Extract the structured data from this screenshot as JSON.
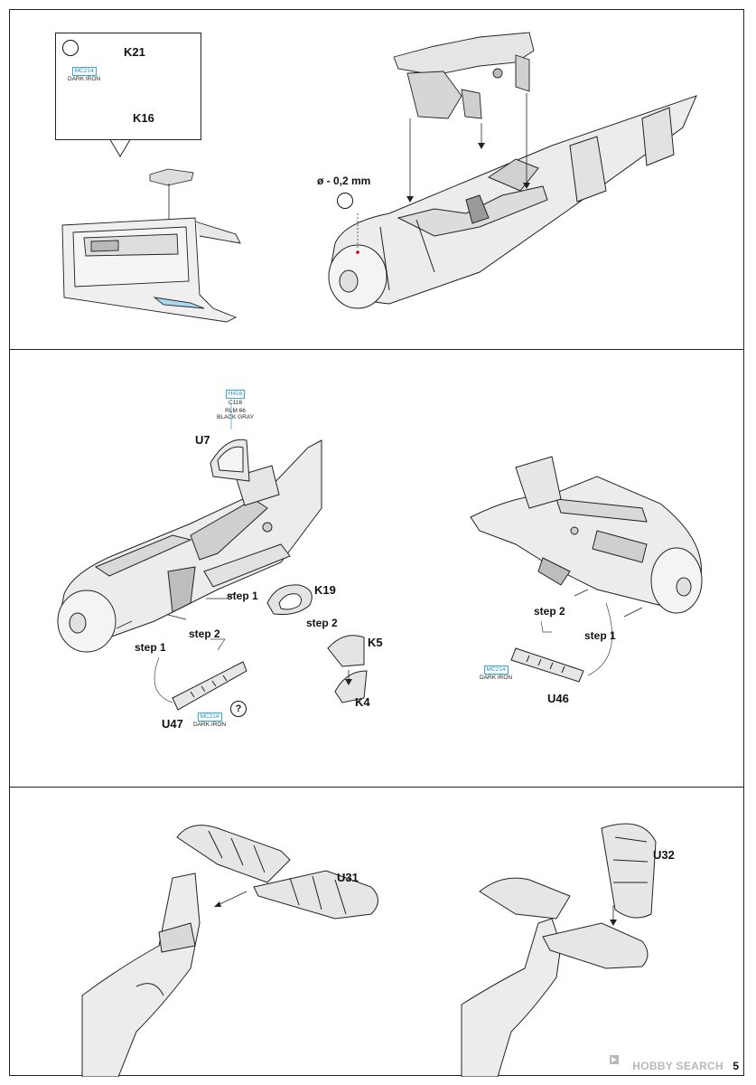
{
  "panels": {
    "p1": {
      "callout": {
        "k21": "K21",
        "k16": "K16",
        "paint_code": "MC214",
        "paint_name": "DARK IRON"
      },
      "drill_note": "ø - 0,2 mm"
    },
    "p2": {
      "u7": "U7",
      "u7_paint_code_1": "H416",
      "u7_paint_code_2": "C116",
      "u7_paint_name_1": "RLM 66",
      "u7_paint_name_2": "BLACK GRAY",
      "k19": "K19",
      "k5": "K5",
      "k4": "K4",
      "u47": "U47",
      "u46": "U46",
      "step1": "step 1",
      "step2": "step 2",
      "u47_paint_code": "MC214",
      "u47_paint_name": "DARK IRON",
      "u46_paint_code": "MC214",
      "u46_paint_name": "DARK IRON",
      "question": "?"
    },
    "p3": {
      "u31": "U31",
      "u32": "U32"
    }
  },
  "footer": {
    "watermark": "HOBBY SEARCH",
    "page_number": "5"
  },
  "colors": {
    "line": "#222222",
    "fill_light": "#e6e6e6",
    "fill_mid": "#c9c9c9",
    "accent": "#3aa8d8"
  }
}
